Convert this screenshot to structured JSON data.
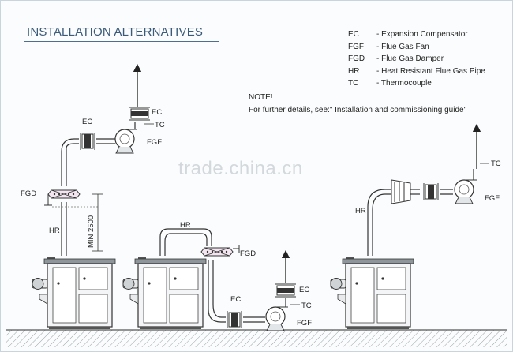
{
  "title": "INSTALLATION ALTERNATIVES",
  "legend": [
    {
      "abbr": "EC",
      "text": "- Expansion Compensator"
    },
    {
      "abbr": "FGF",
      "text": "- Flue Gas Fan"
    },
    {
      "abbr": "FGD",
      "text": "- Flue Gas Damper"
    },
    {
      "abbr": "HR",
      "text": "- Heat Resistant Flue Gas Pipe"
    },
    {
      "abbr": "TC",
      "text": "- Thermocouple"
    }
  ],
  "note": {
    "heading": "NOTE!",
    "text": "For further details, see:\" Installation and commissioning guide\""
  },
  "watermark": "trade.china.cn",
  "labels": {
    "a_ec_top": "EC",
    "a_tc": "TC",
    "a_ec_left": "EC",
    "a_fgf": "FGF",
    "a_fgd": "FGD",
    "a_hr": "HR",
    "a_min": "MIN 2500",
    "b_hr": "HR",
    "b_fgd": "FGD",
    "b_ec_top": "EC",
    "b_tc": "TC",
    "b_ec_left": "EC",
    "b_fgf": "FGF",
    "c_tc": "TC",
    "c_hr": "HR",
    "c_fgf": "FGF"
  }
}
